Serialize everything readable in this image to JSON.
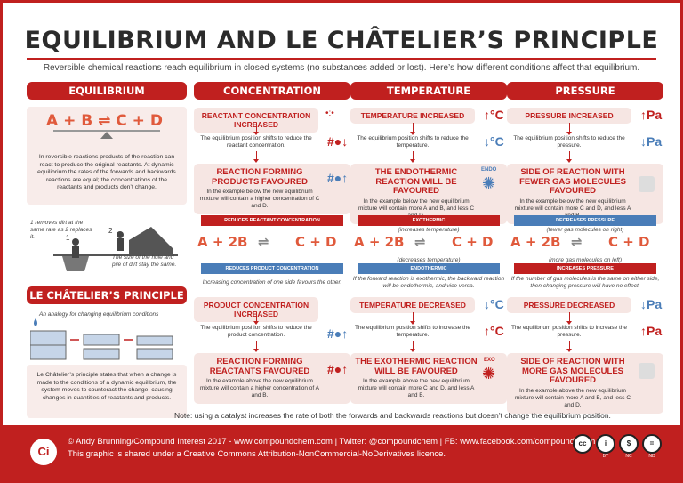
{
  "title": "EQUILIBRIUM AND LE CHÂTELIER’S PRINCIPLE",
  "subtitle": "Reversible chemical reactions reach equilibrium in closed systems (no substances added or lost). Here’s how different conditions affect that equilibrium.",
  "equilibrium": {
    "header": "EQUILIBRIUM",
    "equation": "A + B ⇌ C + D",
    "text": "In reversible reactions products of the reaction can react to produce the original reactants. At dynamic equilibrium the rates of the forwards and backwards reactions are equal; the concentrations of the reactants and products don’t change.",
    "note1": "1 removes dirt at the same rate as 2 replaces it.",
    "note2": "The size of the hole and pile of dirt stay the same.",
    "figure1": "1",
    "figure2": "2"
  },
  "lechatelier": {
    "header": "LE CHÂTELIER’S PRINCIPLE",
    "caption": "An analogy for changing equilibrium conditions",
    "text": "Le Châtelier’s principle states that when a change is made to the conditions of a dynamic equilibrium, the system moves to counteract the change, causing changes in quantities of reactants and products."
  },
  "concentration": {
    "header": "CONCENTRATION",
    "increase_label": "REACTANT CONCENTRATION INCREASED",
    "increase_desc": "The equilibrium position shifts to reduce the reactant concentration.",
    "fav1_title": "REACTION FORMING PRODUCTS FAVOURED",
    "fav1_desc": "In the example below the new equilibrium mixture will contain a higher concentration of C and D.",
    "top_arrow": "REDUCES REACTANT CONCENTRATION",
    "bottom_arrow": "REDUCES PRODUCT CONCENTRATION",
    "eq_left": "A + 2B",
    "eq_right": "C + D",
    "note": "Increasing concentration of one side favours the other.",
    "decrease_label": "PRODUCT CONCENTRATION INCREASED",
    "decrease_desc": "The equilibrium position shifts to reduce the product concentration.",
    "fav2_title": "REACTION FORMING REACTANTS FAVOURED",
    "fav2_desc": "In the example above the new equilibrium mixture will contain a higher concentration of A and B."
  },
  "temperature": {
    "header": "TEMPERATURE",
    "increase_label": "TEMPERATURE INCREASED",
    "increase_desc": "The equilibrium position shifts to reduce the temperature.",
    "fav1_title": "THE ENDOTHERMIC REACTION WILL BE FAVOURED",
    "fav1_desc": "In the example below the new equilibrium mixture will contain more A and B, and less C and D.",
    "endo": "ENDO",
    "top_arrow": "EXOTHERMIC",
    "top_sub": "(increases temperature)",
    "bottom_sub": "(decreases temperature)",
    "bottom_arrow": "ENDOTHERMIC",
    "eq_left": "A + 2B",
    "eq_right": "C + D",
    "note": "If the forward reaction is exothermic, the backward reaction will be endothermic, and vice versa.",
    "decrease_label": "TEMPERATURE DECREASED",
    "decrease_desc": "The equilibrium position shifts to increase the temperature.",
    "fav2_title": "THE EXOTHERMIC REACTION WILL BE FAVOURED",
    "fav2_desc": "In the example above the new equilibrium mixture will contain more C and D, and less A and B.",
    "exo": "EXO",
    "unit": "°C"
  },
  "pressure": {
    "header": "PRESSURE",
    "increase_label": "PRESSURE INCREASED",
    "increase_desc": "The equilibrium position shifts to reduce the pressure.",
    "fav1_title": "SIDE OF REACTION WITH FEWER GAS MOLECULES FAVOURED",
    "fav1_desc": "In the example below the new equilibrium mixture will contain more C and D, and less A and B.",
    "top_arrow": "DECREASES PRESSURE",
    "top_sub": "(fewer gas molecules on right)",
    "bottom_sub": "(more gas molecules on left)",
    "bottom_arrow": "INCREASES PRESSURE",
    "eq_left": "A + 2B",
    "eq_right": "C + D",
    "note": "If the number of gas molecules is the same on either side, then changing pressure will have no effect.",
    "decrease_label": "PRESSURE DECREASED",
    "decrease_desc": "The equilibrium position shifts to increase the pressure.",
    "fav2_title": "SIDE OF REACTION WITH MORE GAS MOLECULES FAVOURED",
    "fav2_desc": "In the example above the new equilibrium mixture will contain more A and B, and less C and D.",
    "unit": "Pa"
  },
  "catalyst_note": "Note: using a catalyst increases the rate of both the forwards and backwards reactions but doesn’t change the equilibrium position.",
  "footer": {
    "logo": "Ci",
    "line1": "© Andy Brunning/Compound Interest 2017 - www.compoundchem.com | Twitter: @compoundchem | FB: www.facebook.com/compoundchem",
    "line2": "This graphic is shared under a Creative Commons Attribution-NonCommercial-NoDerivatives licence.",
    "cc": [
      "cc",
      "BY",
      "NC",
      "ND"
    ]
  },
  "colors": {
    "accent": "#c0201f",
    "blue": "#4a7db8",
    "tint": "#f6e6e3"
  }
}
